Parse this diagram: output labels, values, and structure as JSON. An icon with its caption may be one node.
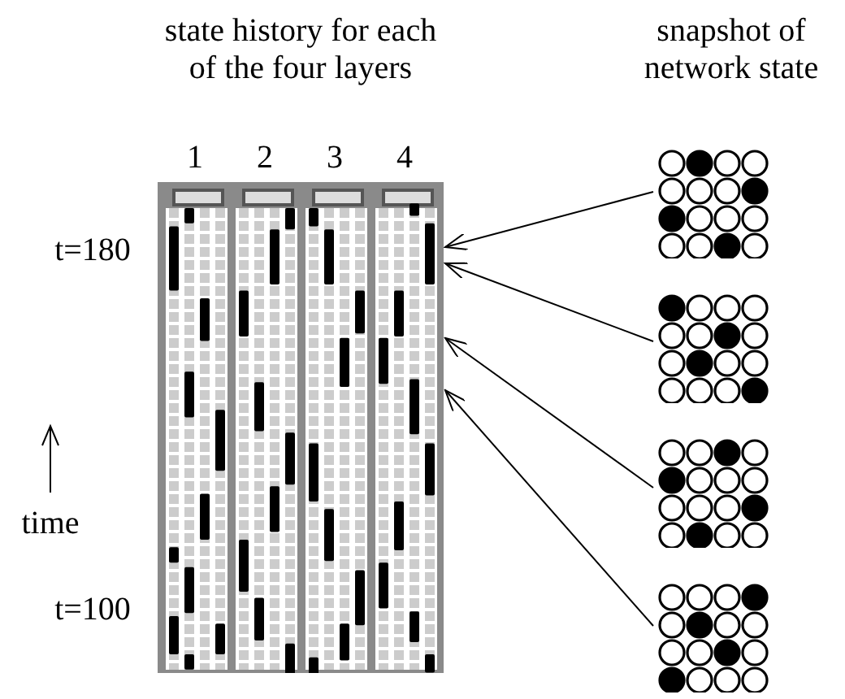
{
  "diagram": {
    "nodes": [
      {
        "text": [],
        "shape": "picture"
      },
      {
        "text": [],
        "shape": "picture"
      },
      {
        "text": [],
        "shape": "picture"
      },
      {
        "text": [],
        "shape": "picture"
      },
      {
        "text": [],
        "shape": "picture"
      }
    ],
    "edges": [
      {
        "from": 1,
        "to": 0,
        "arrow": "to"
      },
      {
        "from": 2,
        "to": 0,
        "arrow": "to"
      },
      {
        "from": 3,
        "to": 0,
        "arrow": "to"
      },
      {
        "from": 4,
        "to": 0,
        "arrow": "to"
      }
    ],
    "labels": [
      "state history for each of the four layers",
      "snapshot of network state",
      "1",
      "2",
      "3",
      "4",
      "t=180",
      "time",
      "t=100"
    ]
  }
}
